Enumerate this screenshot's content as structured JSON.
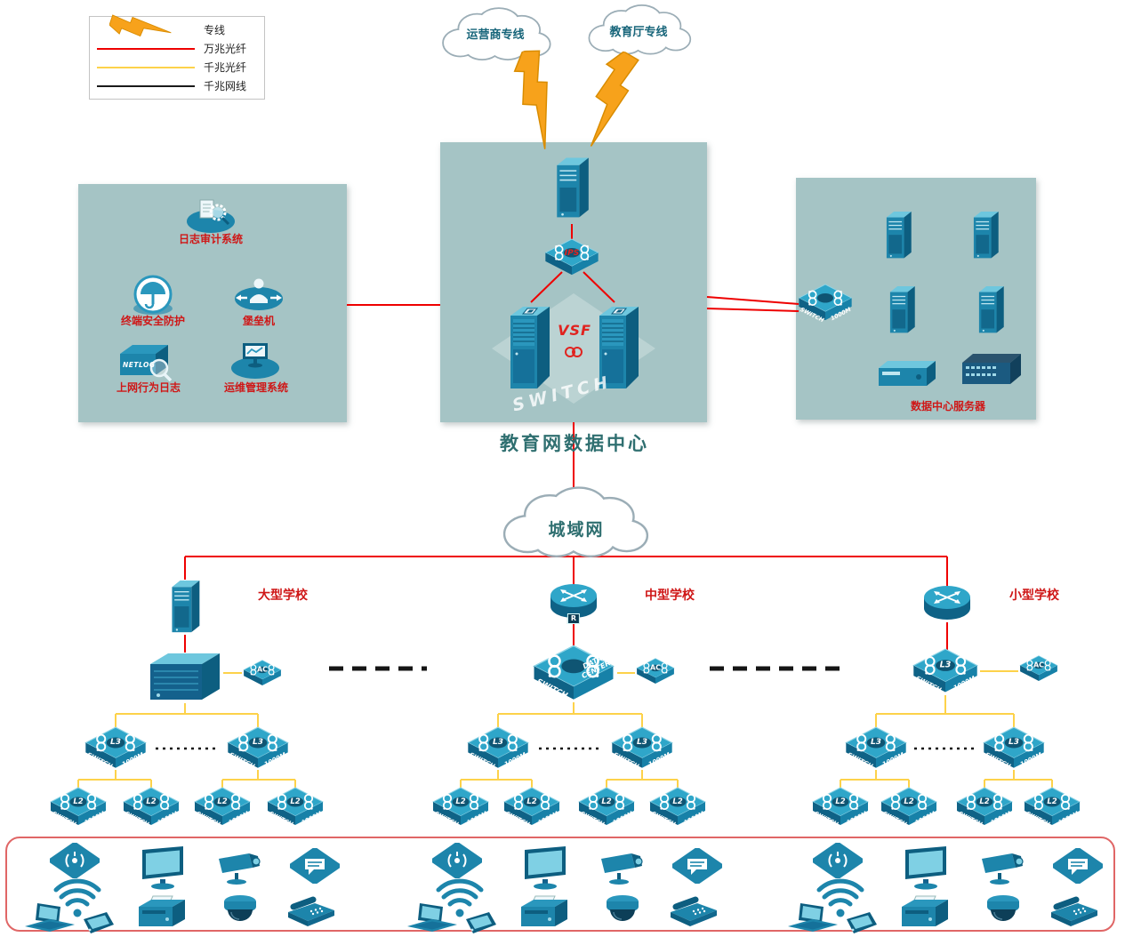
{
  "legend": {
    "items": [
      {
        "label": "专线",
        "kind": "lightning",
        "color": "#f5a21b"
      },
      {
        "label": "万兆光纤",
        "kind": "line",
        "color": "#ee0000"
      },
      {
        "label": "千兆光纤",
        "kind": "line",
        "color": "#fdd24a"
      },
      {
        "label": "千兆网线",
        "kind": "line",
        "color": "#1a1a1a"
      }
    ]
  },
  "clouds": {
    "isp": "运营商专线",
    "edu": "教育厅专线",
    "man": "城域网"
  },
  "datacenter": {
    "title": "教育网数据中心",
    "vsf": "VSF",
    "watermark": "SWITCH",
    "ips": "IPS"
  },
  "security_zone": {
    "audit": "日志审计系统",
    "terminal": "终端安全防护",
    "bastion": "堡垒机",
    "netlog": "上网行为日志",
    "netlog_device": "NETLOG",
    "ops": "运维管理系统"
  },
  "server_zone": {
    "label": "数据中心服务器"
  },
  "schools": {
    "large": "大型学校",
    "medium": "中型学校",
    "small": "小型学校"
  },
  "device_labels": {
    "l3": "L3",
    "l2": "L2",
    "switch": "SWITCH",
    "m1000": "1000M",
    "ac": "AC",
    "data": "DATA",
    "center": "CENTER",
    "router_badge": "R"
  }
}
